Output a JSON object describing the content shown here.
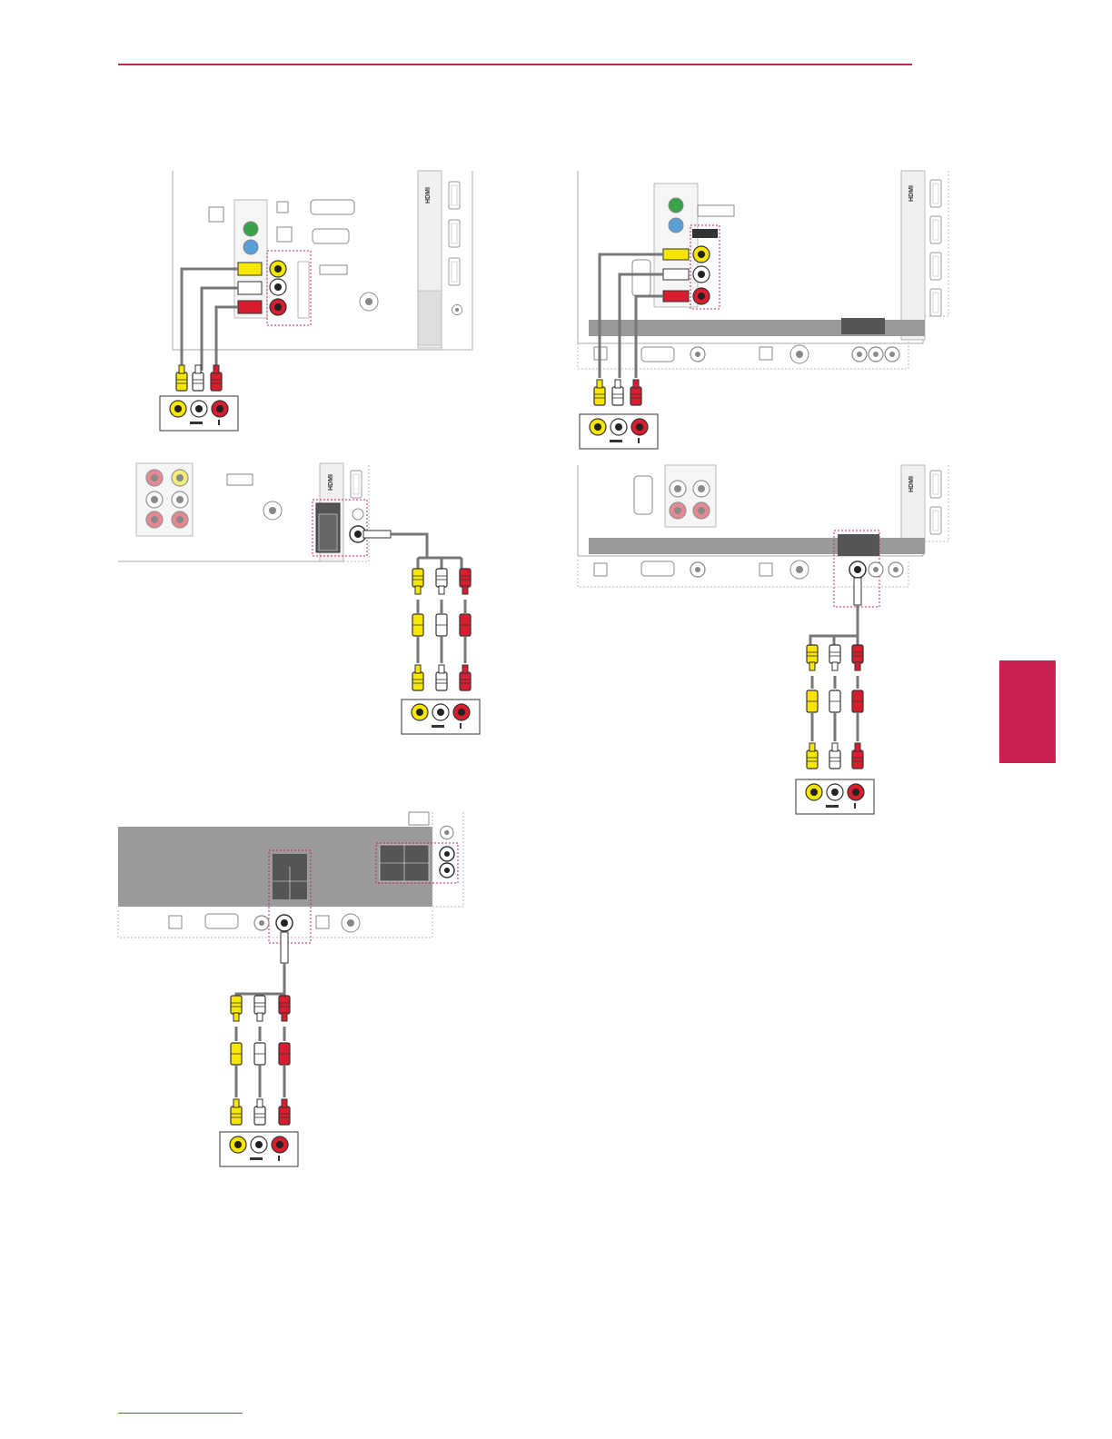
{
  "page": {
    "tab_label": "",
    "accent_color": "#c8204f"
  },
  "colors": {
    "video": "#f6e600",
    "audio_left": "#ffffff",
    "audio_right": "#d81e2e",
    "panel": "#9a9a9a",
    "outline": "#888888",
    "highlight": "#c8244f"
  },
  "diagrams": [
    {
      "id": "tv-back-panel-a",
      "port_label": "HDMI"
    },
    {
      "id": "tv-back-panel-b",
      "port_label": "HDMI"
    },
    {
      "id": "tv-side-panel-c",
      "port_label": "HDMI"
    },
    {
      "id": "tv-side-panel-d",
      "port_label": "HDMI"
    },
    {
      "id": "tv-bottom-panel-e",
      "port_label": ""
    }
  ]
}
